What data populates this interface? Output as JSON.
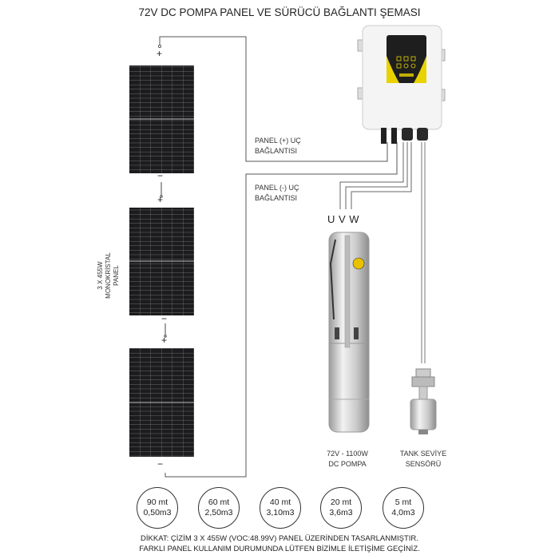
{
  "title": "72V DC POMPA PANEL VE SÜRÜCÜ BAĞLANTI ŞEMASI",
  "panels": {
    "label_line1": "3 X 455W",
    "label_line2": "MONOKRİSTAL PANEL",
    "plus": "+",
    "minus": "−"
  },
  "connections": {
    "positive_line1": "PANEL (+) UÇ",
    "positive_line2": "BAĞLANTISI",
    "negative_line1": "PANEL (-) UÇ",
    "negative_line2": "BAĞLANTISI",
    "phases": "U V W"
  },
  "pump": {
    "line1": "72V - 1100W",
    "line2": "DC POMPA"
  },
  "sensor": {
    "line1": "TANK SEVİYE",
    "line2": "SENSÖRÜ"
  },
  "performance": [
    {
      "head": "90 mt",
      "flow": "0,50m3"
    },
    {
      "head": "60 mt",
      "flow": "2,50m3"
    },
    {
      "head": "40 mt",
      "flow": "3,10m3"
    },
    {
      "head": "20 mt",
      "flow": "3,6m3"
    },
    {
      "head": "5 mt",
      "flow": "4,0m3"
    }
  ],
  "note": {
    "line1": "DİKKAT: ÇİZİM 3 X 455W (VOC:48.99V) PANEL ÜZERİNDEN  TASARLANMIŞTIR.",
    "line2": "FARKLI PANEL KULLANIM DURUMUNDA LÜTFEN BİZİMLE İLETİŞİME GEÇİNİZ."
  },
  "colors": {
    "panel": "#1c1c1e",
    "accent_yellow": "#e8d200",
    "wire": "#555555"
  }
}
